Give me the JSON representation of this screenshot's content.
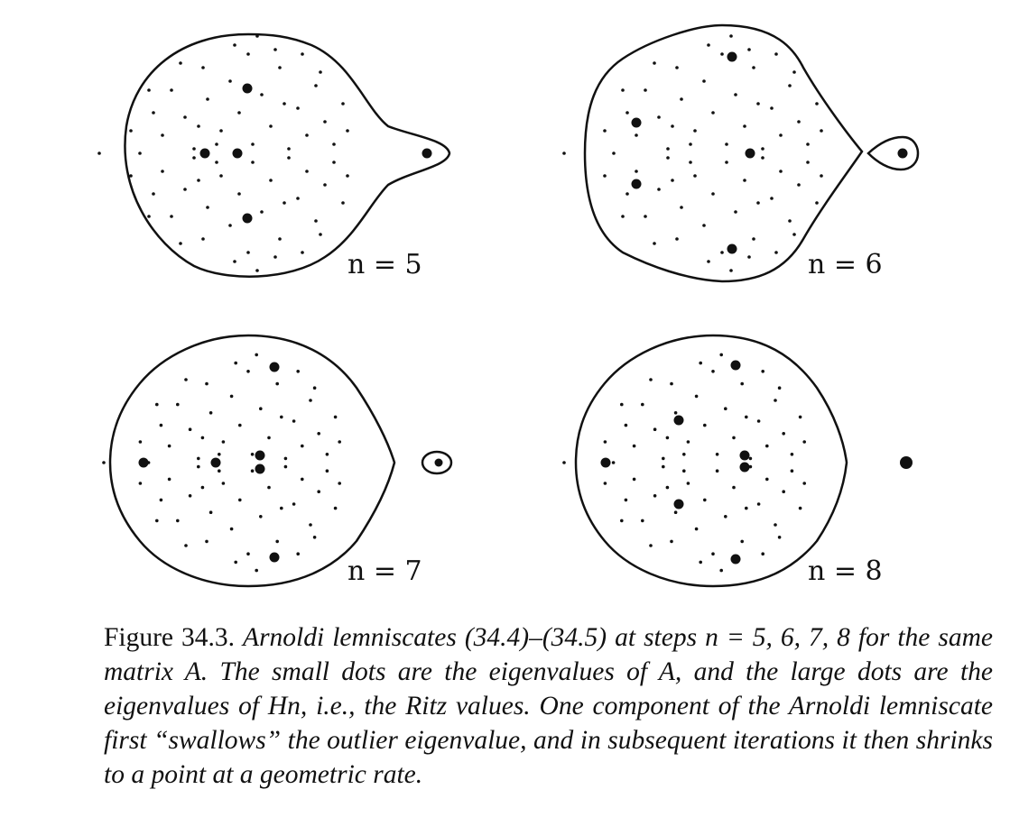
{
  "figure": {
    "panels": [
      {
        "label": "n = 5",
        "n": 5
      },
      {
        "label": "n = 6",
        "n": 6
      },
      {
        "label": "n = 7",
        "n": 7
      },
      {
        "label": "n = 8",
        "n": 8
      }
    ]
  },
  "caption": {
    "number": "Figure 34.3.",
    "text": "Arnoldi lemniscates (34.4)–(34.5) at steps n = 5, 6, 7, 8 for the same matrix A. The small dots are the eigenvalues of A, and the large dots are the eigenvalues of Hn, i.e., the Ritz values. One component of the Arnoldi lemniscate first “swallows” the outlier eigenvalue, and in subsequent iterations it then shrinks to a point at a geometric rate."
  }
}
